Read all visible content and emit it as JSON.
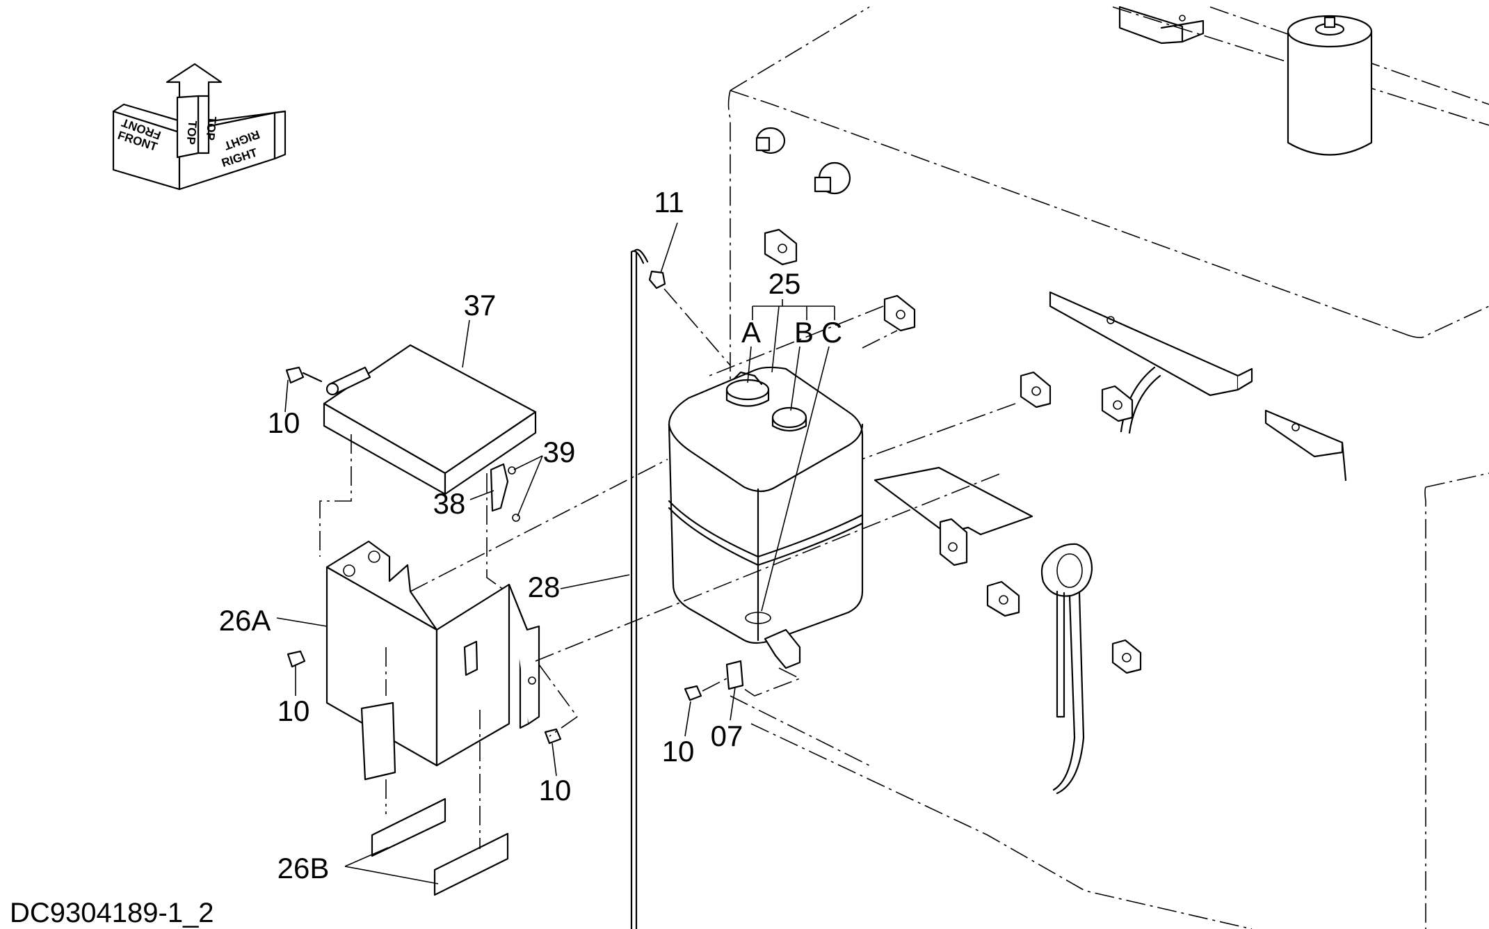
{
  "drawing_code": "DC9304189-1_2",
  "orientation": {
    "front": "FRONT",
    "top": "TOP",
    "right": "RIGHT"
  },
  "callouts": {
    "p11": "11",
    "p25": "25",
    "pA": "A",
    "pB": "B",
    "pC": "C",
    "p37": "37",
    "p10_a": "10",
    "p39": "39",
    "p38": "38",
    "p28": "28",
    "p26A": "26A",
    "p10_b": "10",
    "p10_c": "10",
    "p10_d": "10",
    "p07": "07",
    "p26B": "26B"
  }
}
